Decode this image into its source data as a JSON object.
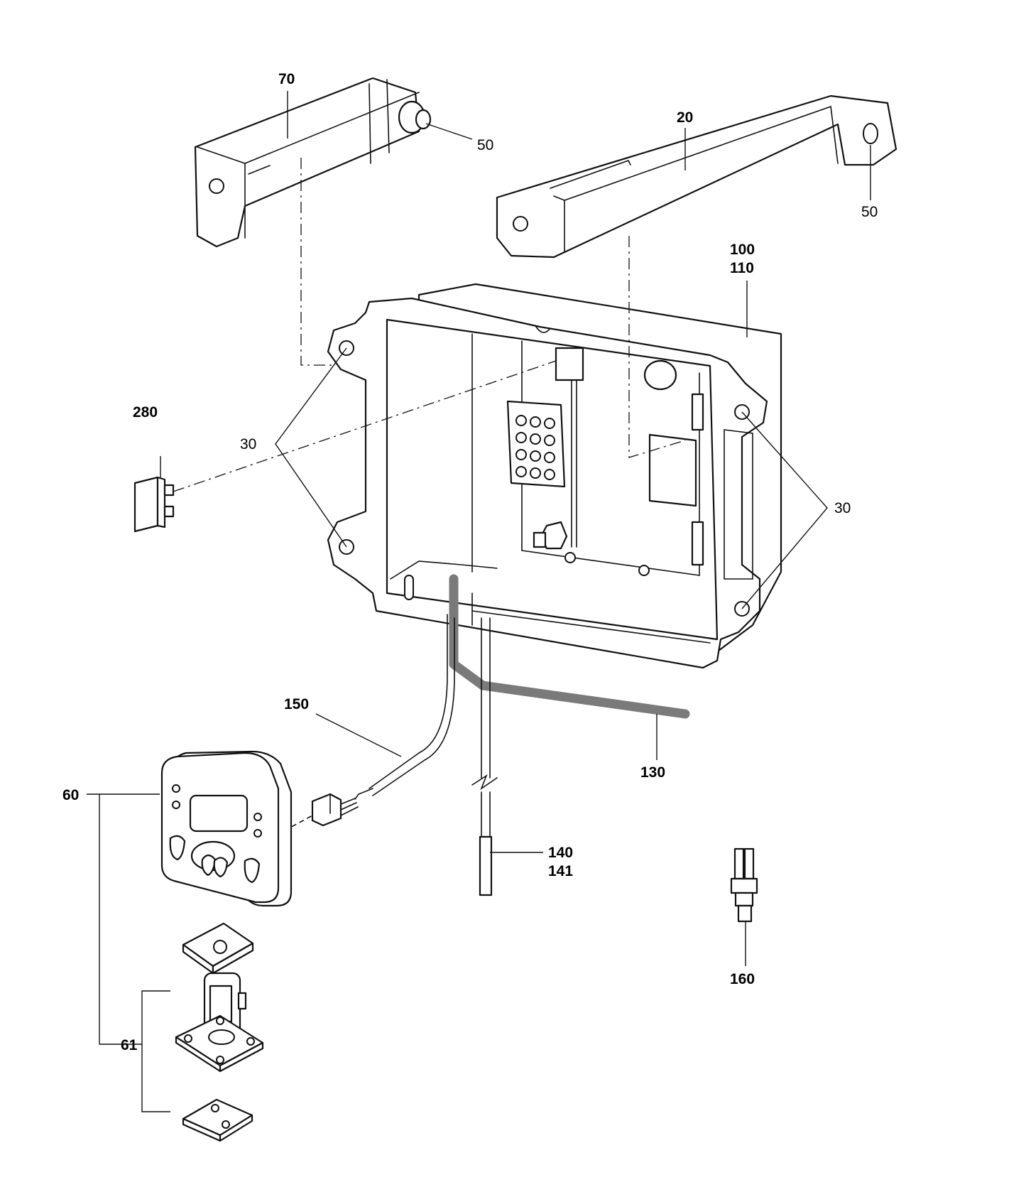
{
  "labels": {
    "l70": "70",
    "l50a": "50",
    "l20": "20",
    "l50b": "50",
    "l100": "100",
    "l110": "110",
    "l280": "280",
    "l30a": "30",
    "l30b": "30",
    "l150": "150",
    "l130": "130",
    "l60": "60",
    "l140": "140",
    "l141": "141",
    "l160": "160",
    "l61": "61"
  },
  "colors": {
    "line": "#111111",
    "cable_130": "#7a7a7a",
    "background": "#ffffff"
  }
}
